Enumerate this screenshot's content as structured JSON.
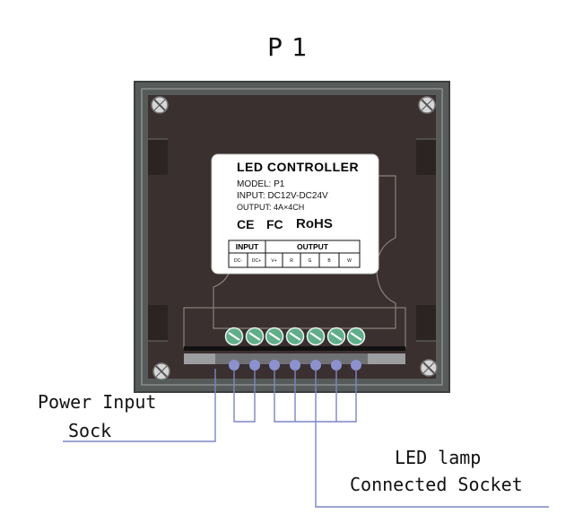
{
  "title": "P1",
  "label": {
    "heading": "LED CONTROLLER",
    "model": "MODEL: P1",
    "input": "INPUT:  DC12V-DC24V",
    "output": "OUTPUT: 4A×4CH",
    "cert_ce": "CE",
    "cert_fc": "FC",
    "cert_rohs": "RoHS",
    "table": {
      "input_header": "INPUT",
      "output_header": "OUTPUT",
      "cells": [
        "DC-",
        "DC+",
        "V+",
        "R",
        "G",
        "B",
        "W"
      ]
    }
  },
  "annotations": {
    "power_line1": "Power Input",
    "power_line2": "Sock",
    "led_line1": "LED lamp",
    "led_line2": "Connected Socket"
  },
  "colors": {
    "panel_outer": "#565b59",
    "panel_inner": "#3a302f",
    "terminal_green": "#5fae8a",
    "pin_blue": "#8c92d0",
    "leader_line": "#7d86c4"
  }
}
